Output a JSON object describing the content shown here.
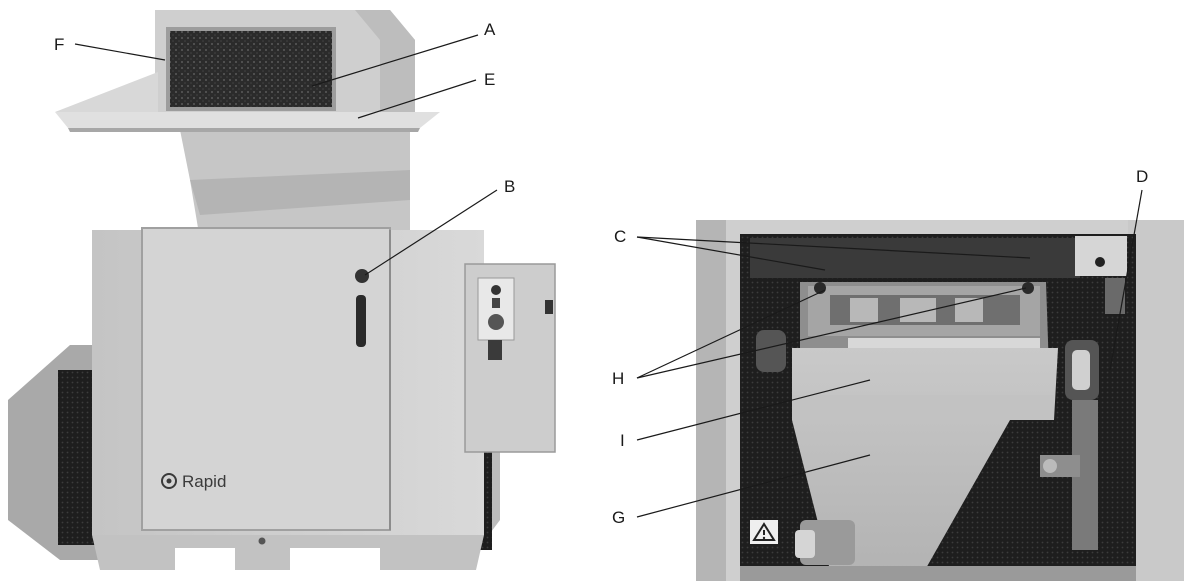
{
  "brand": {
    "logo_text": "Rapid"
  },
  "callouts": {
    "A": "A",
    "B": "B",
    "C": "C",
    "D": "D",
    "E": "E",
    "F": "F",
    "G": "G",
    "H": "H",
    "I": "I"
  },
  "colors": {
    "machine_light": "#d2d2d2",
    "machine_mid": "#b9b9b9",
    "machine_dark": "#8f8f8f",
    "screen_dark": "#2e2e2e",
    "interior_dark": "#202020",
    "label": "#1a1a1a"
  }
}
